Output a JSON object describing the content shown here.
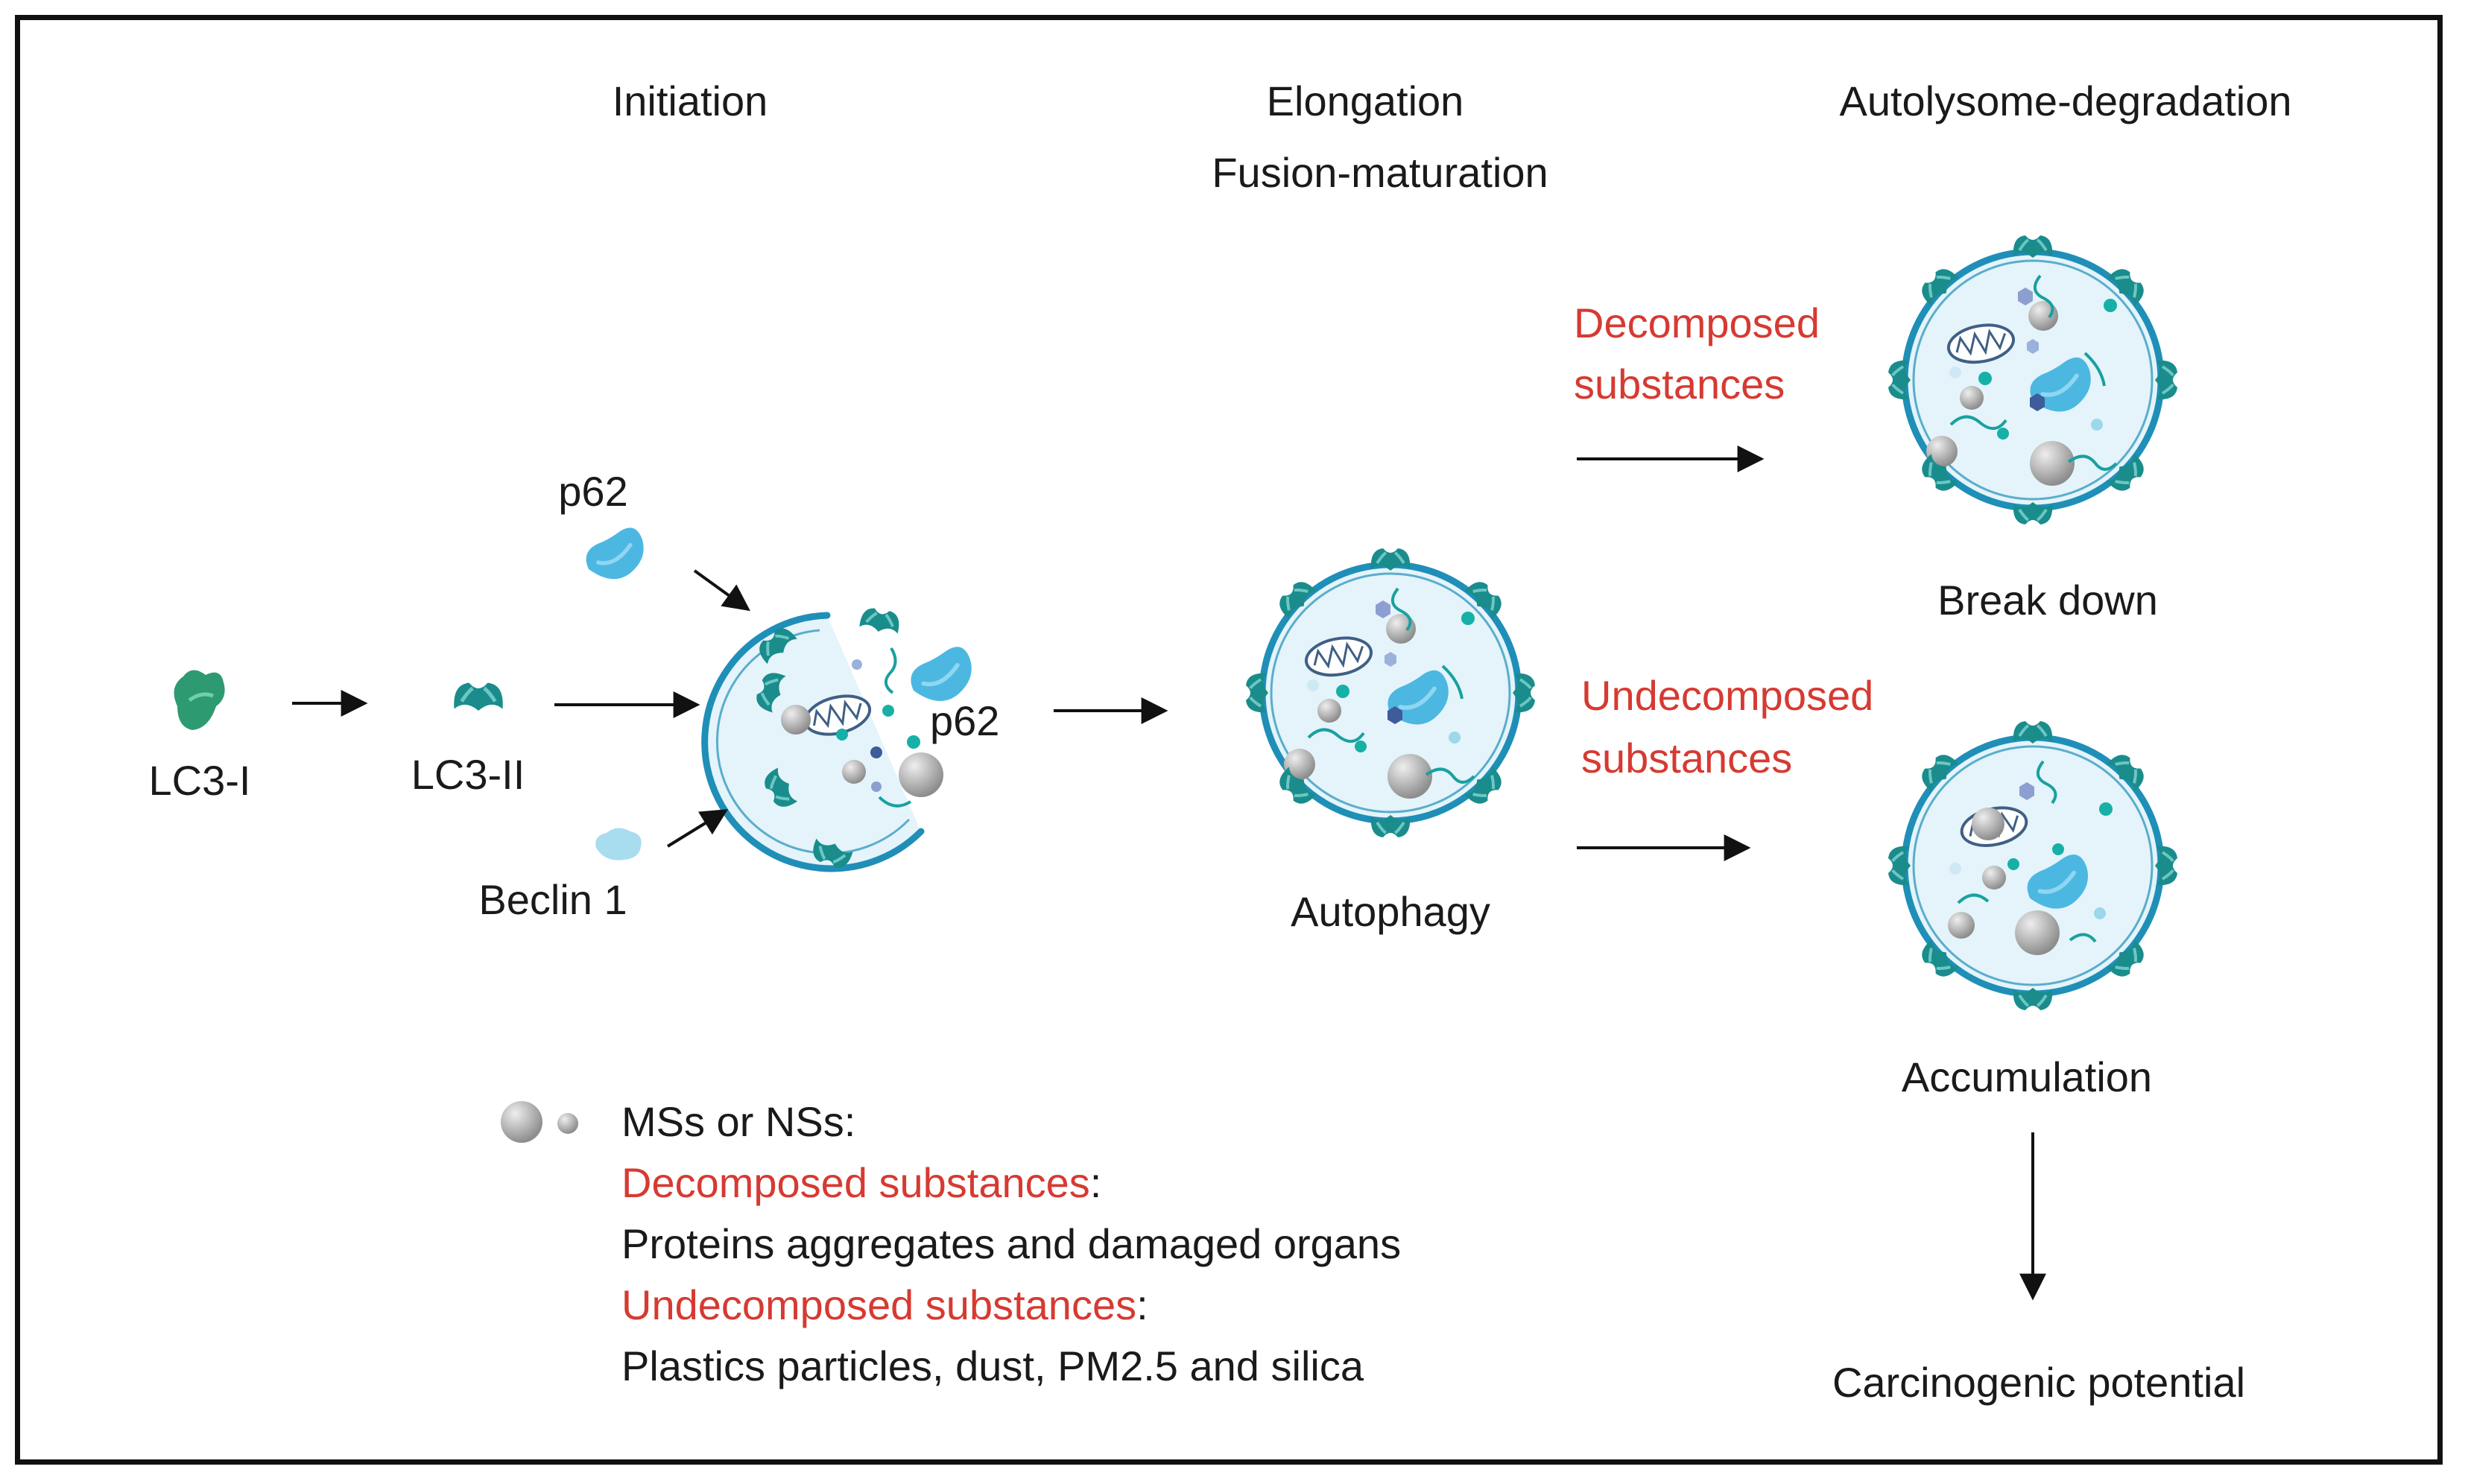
{
  "stages": {
    "initiation": "Initiation",
    "elongation": "Elongation",
    "fusion": "Fusion-maturation",
    "degradation": "Autolysome-degradation"
  },
  "proteins": {
    "lc3_i": "LC3-I",
    "lc3_ii": "LC3-II",
    "p62_top": "p62",
    "p62_inner": "p62",
    "beclin": "Beclin 1"
  },
  "pathway": {
    "autophagy": "Autophagy",
    "decomposed_line1": "Decomposed",
    "decomposed_line2": "substances",
    "undecomposed_line1": "Undecomposed",
    "undecomposed_line2": "substances",
    "break_down": "Break down",
    "accumulation": "Accumulation",
    "carcinogenic": "Carcinogenic potential"
  },
  "legend": {
    "symbol_label": "MSs or NSs:",
    "decomposed_title": "Decomposed substances",
    "decomposed_colon": ":",
    "decomposed_desc": "Proteins aggregates and damaged organs",
    "undecomposed_title": "Undecomposed substances",
    "undecomposed_colon": ":",
    "undecomposed_desc": "Plastics particles, dust, PM2.5 and silica"
  },
  "colors": {
    "membrane": "#1f8fb8",
    "lumen": "#e4f4fa",
    "lc3": "#1a8c8c",
    "p62": "#4cb8e2",
    "highlight_red": "#d63a32",
    "particle": "#b3b3b3"
  }
}
